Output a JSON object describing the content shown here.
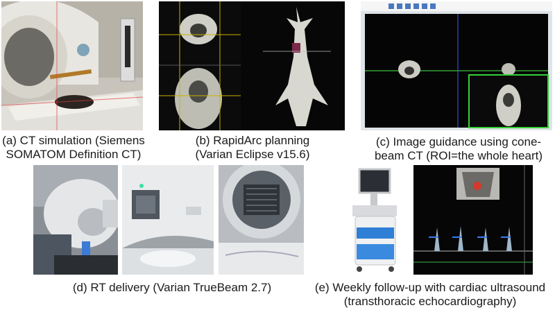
{
  "figure": {
    "panels": [
      {
        "id": "a",
        "caption_lines": [
          "(a) CT simulation (Siemens",
          "SOMATOM Definition CT)"
        ]
      },
      {
        "id": "b",
        "caption_lines": [
          "(b) RapidArc planning",
          "(Varian Eclipse v15.6)"
        ]
      },
      {
        "id": "c",
        "caption_lines": [
          "(c) Image guidance using cone-",
          "beam CT (ROI=the whole heart)"
        ]
      },
      {
        "id": "d",
        "caption_lines": [
          "(d) RT delivery (Varian TrueBeam 2.7)"
        ]
      },
      {
        "id": "e",
        "caption_lines": [
          "(e) Weekly follow-up with cardiac ultrasound",
          "(transthoracic echocardiography)"
        ]
      }
    ]
  }
}
